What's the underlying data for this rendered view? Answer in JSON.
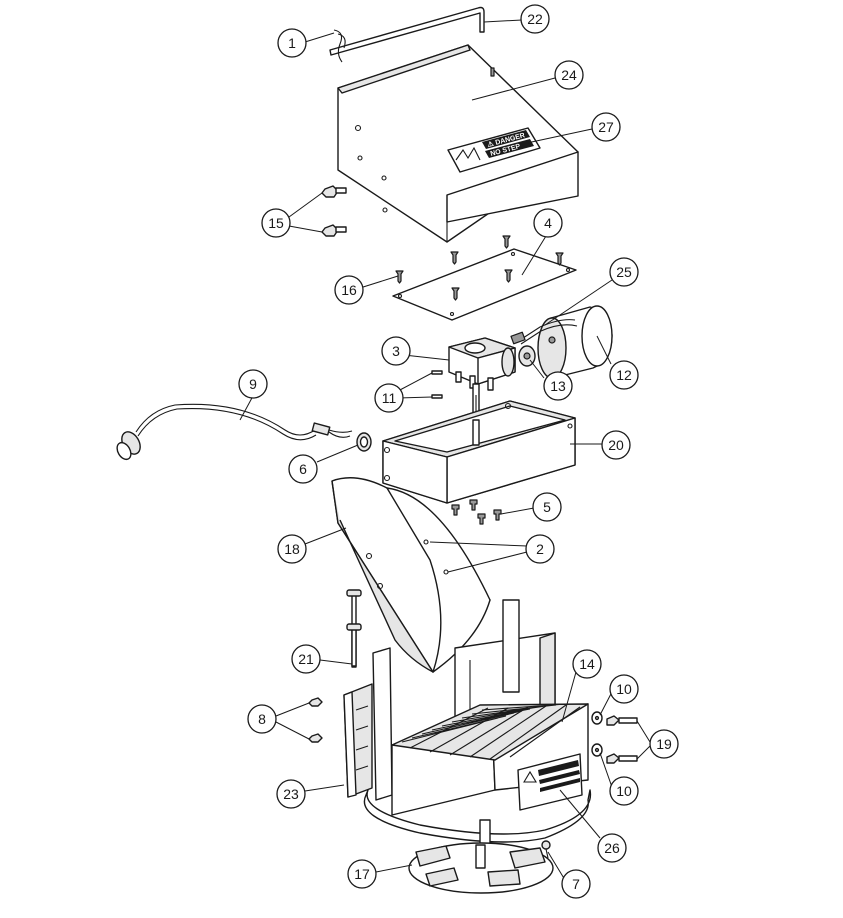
{
  "callouts": [
    "1",
    "2",
    "3",
    "4",
    "5",
    "6",
    "7",
    "8",
    "9",
    "10",
    "10",
    "11",
    "12",
    "13",
    "14",
    "15",
    "16",
    "17",
    "18",
    "19",
    "20",
    "21",
    "22",
    "23",
    "24",
    "25",
    "26",
    "27"
  ],
  "decal": {
    "warning": "⚠ DANGER",
    "text": "NO STEP"
  }
}
